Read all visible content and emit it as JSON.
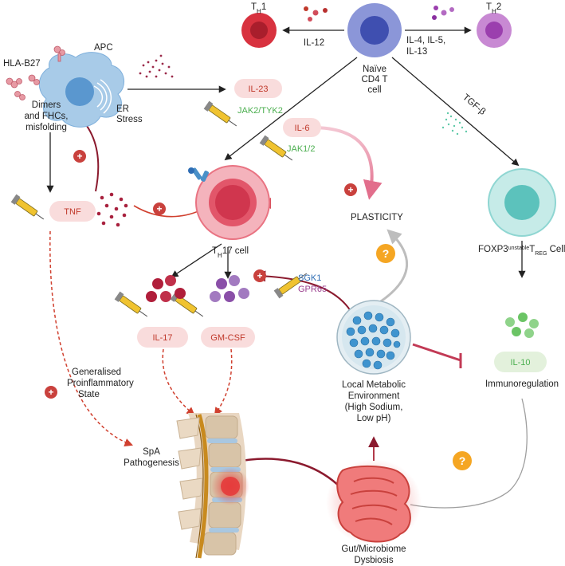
{
  "cells": {
    "th1": {
      "main": "T",
      "sub": "H",
      "tail": "1"
    },
    "th2": {
      "main": "T",
      "sub": "H",
      "tail": "2"
    },
    "naive": [
      "Naïve",
      "CD4 T",
      "cell"
    ],
    "th17": {
      "main": "T",
      "sub": "H",
      "tail": "17 cell"
    },
    "treg": {
      "a": "FOXP3",
      "sup": "unstable",
      "b": "T",
      "sub": "REG",
      "c": " Cell"
    },
    "apc": "APC"
  },
  "labels": {
    "il12": "IL-12",
    "il4_lines": [
      "IL-4, IL-5,",
      "IL-13"
    ],
    "tgfb": "TGF-β",
    "hla": "HLA-B27",
    "dimers_lines": [
      "Dimers",
      "and FHCs,",
      "misfolding"
    ],
    "er_lines": [
      "ER",
      "Stress"
    ],
    "plasticity": "PLASTICITY",
    "sgk1": "SGK1",
    "gpr65": "GPR65",
    "local_lines": [
      "Local Metabolic",
      "Environment",
      "(High Sodium,",
      "Low pH)"
    ],
    "immunoreg": "Immunoregulation",
    "generalised_lines": [
      "Generalised",
      "Proinflammatory",
      "State"
    ],
    "spa_lines": [
      "SpA",
      "Pathogenesis"
    ],
    "gut_lines": [
      "Gut/Microbiome",
      "Dysbiosis"
    ]
  },
  "pills": {
    "il23": "IL-23",
    "il6": "IL-6",
    "tnf": "TNF",
    "il17": "IL-17",
    "gmcsf": "GM-CSF",
    "il10": "IL-10"
  },
  "inhibitors": {
    "jak2tyk2": "JAK2/TYK2",
    "jak12": "JAK1/2"
  },
  "symbols": {
    "question": "?",
    "plus": "+"
  },
  "colors": {
    "dark_red": "#8b1a2e",
    "th1_red": "#d8323f",
    "th2_purple": "#b36ac2",
    "naive_blue": "#5a6bc4",
    "th17_pink": "#e97382",
    "treg_teal": "#8fd6d2",
    "pill_fill": "#f9dcdc",
    "pill_text": "#c0392b",
    "green_text": "#4caf50",
    "sgk1_blue": "#2e6db4",
    "gpr65_purple": "#9b3f8e",
    "question_orange": "#f5a623",
    "arrow_grey": "#bdbdbd"
  }
}
